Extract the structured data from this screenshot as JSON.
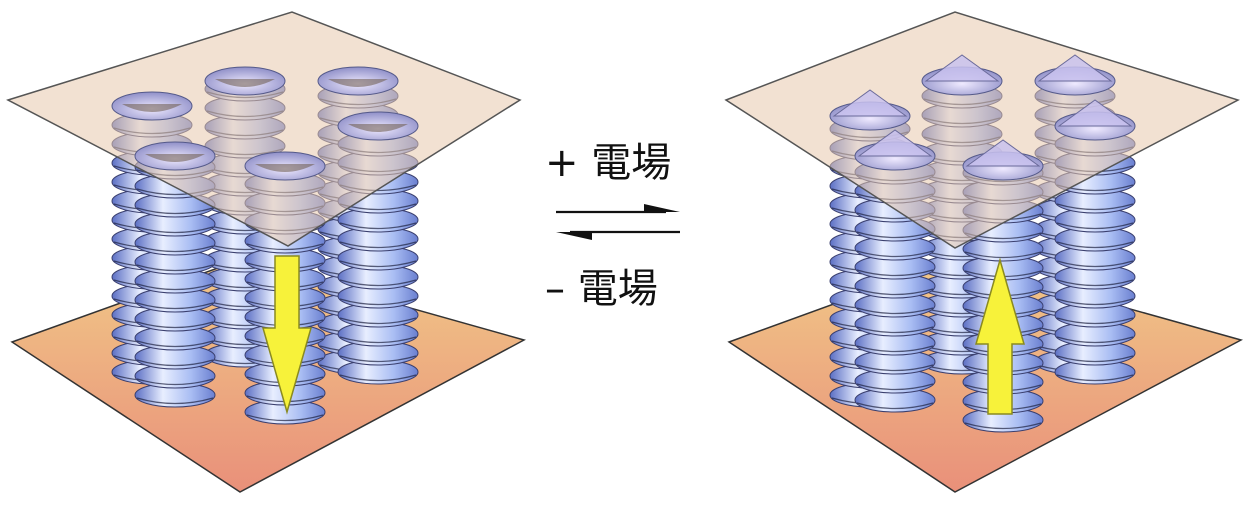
{
  "labels": {
    "positive_field": "+ 電場",
    "negative_field": "– 電場"
  },
  "states": [
    {
      "id": "left",
      "cap_shape": "concave",
      "arrow_direction": "down"
    },
    {
      "id": "right",
      "cap_shape": "convex",
      "arrow_direction": "up"
    }
  ],
  "colors": {
    "disc_light": "#e8eeff",
    "disc_mid": "#a9bdf3",
    "disc_dark": "#5b6fc4",
    "bottom_plate_top": "#f1c887",
    "bottom_plate_bottom": "#e9907a",
    "top_plate": "#e7c9ad",
    "arrow_fill": "#f7f23a",
    "arrow_stroke": "#8a8a20"
  }
}
